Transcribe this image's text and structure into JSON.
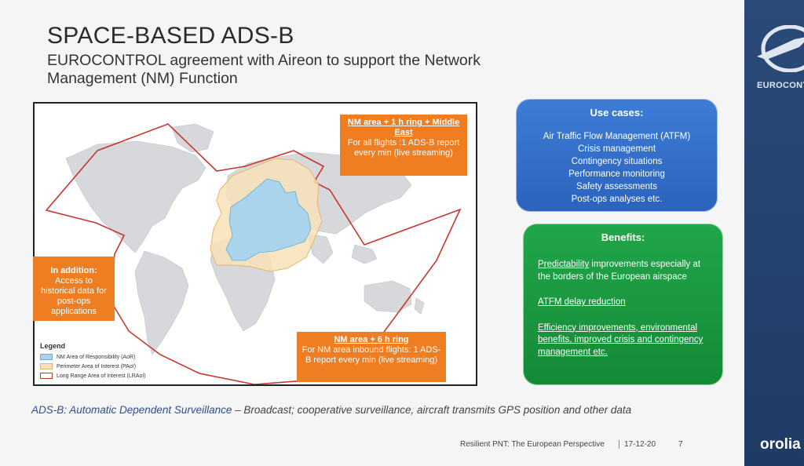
{
  "slide": {
    "title": "SPACE-BASED ADS-B",
    "subtitle": "EUROCONTROL agreement with Aireon to support the Network Management (NM) Function"
  },
  "map": {
    "callout_top": {
      "heading": "NM area + 1 h ring + Middle East",
      "text": "For all flights :1 ADS-B report every min       (live streaming)"
    },
    "callout_left": {
      "heading": "In addition:",
      "text": "Access to historical data for post-ops applications"
    },
    "callout_bottom": {
      "heading": "NM area + 6 h ring",
      "text": "For NM area inbound flights:  1 ADS-B report every min (live streaming)"
    },
    "legend": {
      "title": "Legend",
      "items": [
        {
          "label": "NM Area of Responsibility (AoR)",
          "color": "#a9d4ec"
        },
        {
          "label": "Perimeter Area of Interest (PAoI)",
          "color": "#f8e2b8"
        },
        {
          "label": "Long Range Area of Interest (LRAoI)",
          "color": "#c8372d"
        }
      ]
    }
  },
  "use_cases": {
    "heading": "Use cases:",
    "items": [
      "Air Traffic Flow Management (ATFM)",
      "Crisis management",
      "Contingency situations",
      "Performance monitoring",
      "Safety assessments",
      "Post-ops analyses etc."
    ]
  },
  "benefits": {
    "heading": "Benefits:",
    "b1_underlined": "Predictability",
    "b1_rest": " improvements especially at the borders of the European airspace",
    "b2": "ATFM delay reduction",
    "b3": "Efficiency improvements, environmental benefits, improved crisis and contingency management etc."
  },
  "footnote": {
    "term": "ADS-B: Automatic Dependent Surveillance",
    "rest": " – Broadcast; cooperative surveillance, aircraft transmits GPS position and other data"
  },
  "footer": {
    "text": "Resilient PNT: The European Perspective",
    "date": "17-12-20",
    "page": "7"
  },
  "branding": {
    "eurocontrol": "EUROCONT",
    "orolia": "orolia"
  }
}
